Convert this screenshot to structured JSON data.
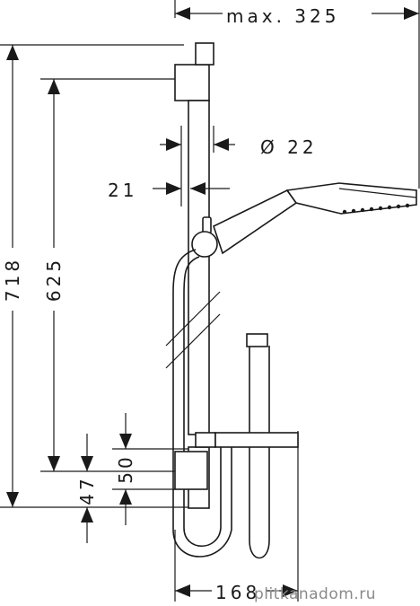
{
  "dimensions": {
    "max_reach": "max. 325",
    "diameter": "Ø 22",
    "offset": "21",
    "total_height": "718",
    "bar_height": "625",
    "dim_50": "50",
    "dim_47": "47",
    "dim_168": "168"
  },
  "watermark": "plitkanadom.ru",
  "colors": {
    "ink": "#1a1a1a",
    "background": "#ffffff",
    "watermark": "#8a8a8a"
  }
}
